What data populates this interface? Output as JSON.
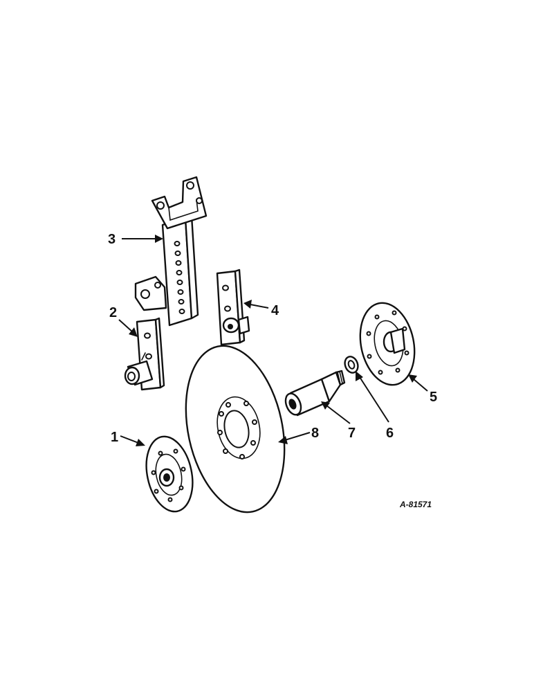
{
  "diagram": {
    "reference_code": "A-81571",
    "callouts": [
      {
        "id": "1",
        "label": "1"
      },
      {
        "id": "2",
        "label": "2"
      },
      {
        "id": "3",
        "label": "3"
      },
      {
        "id": "4",
        "label": "4"
      },
      {
        "id": "5",
        "label": "5"
      },
      {
        "id": "6",
        "label": "6"
      },
      {
        "id": "7",
        "label": "7"
      },
      {
        "id": "8",
        "label": "8"
      }
    ]
  }
}
